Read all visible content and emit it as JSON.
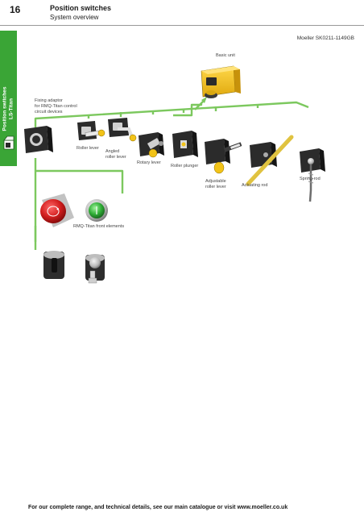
{
  "header": {
    "page_number": "16",
    "title": "Position switches",
    "subtitle": "System overview"
  },
  "side_tab": {
    "label_line1": "Position switches",
    "label_line2": "LS-Titan",
    "icon": "open-box-icon"
  },
  "doc_code": "Moeller SK0211-1149GB",
  "diagram": {
    "basic_unit": "Basic unit",
    "fixing_adaptor": [
      "Fixing adaptor",
      "for RMQ-Titan control",
      "circuit devices"
    ],
    "roller_lever": "Roller lever",
    "angled_roller_lever": [
      "Angled",
      "roller lever"
    ],
    "rotary_lever": "Rotary lever",
    "roller_plunger": "Roller plunger",
    "adjustable_roller_lever": [
      "Adjustable",
      "roller lever"
    ],
    "actuating_rod": "Actuating rod",
    "spring_rod": "Spring-rod",
    "rmq_front_elements": "RMQ-Titan front elements"
  },
  "colors": {
    "brand_green": "#3aa536",
    "connector_green": "#7cc85e",
    "switch_yellow": "#f2c318",
    "device_dark": "#2b2b2b"
  },
  "footer": "For our complete range, and technical details, see our main catalogue or visit www.moeller.co.uk"
}
